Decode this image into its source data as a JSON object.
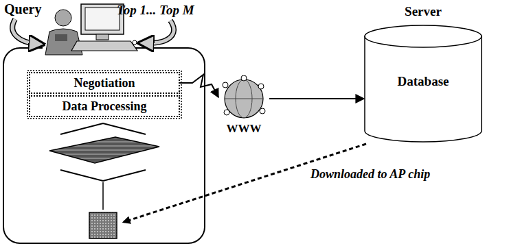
{
  "diagram": {
    "nodes": [
      {
        "text": [
          "Negotiation"
        ]
      },
      {
        "text": [
          "Data Processing"
        ]
      },
      {
        "text": [
          "WWW"
        ]
      },
      {
        "text": [
          "Server",
          "Database"
        ]
      }
    ],
    "edges": [
      {
        "from": 0,
        "to": 2,
        "arrow": "to"
      },
      {
        "from": 2,
        "to": 3,
        "arrow": "to"
      }
    ],
    "labels": [
      "Query",
      "Top 1... Top M",
      "Downloaded to AP chip"
    ]
  }
}
